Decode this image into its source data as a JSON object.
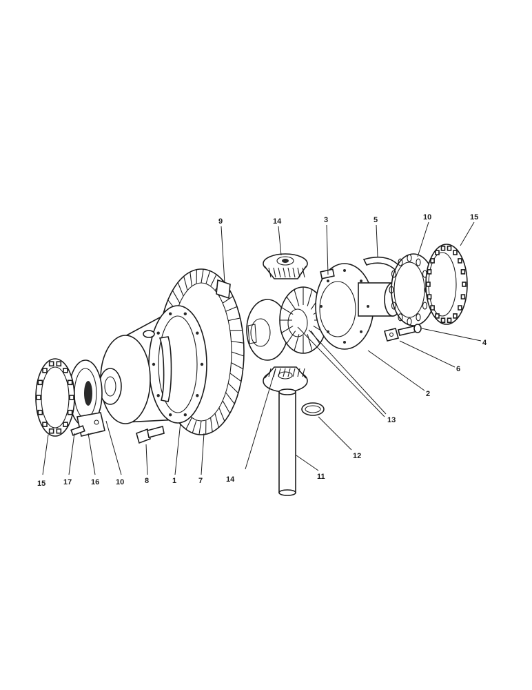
{
  "callouts": {
    "c9": "9",
    "c14_top": "14",
    "c3": "3",
    "c5": "5",
    "c10_right": "10",
    "c15_right": "15",
    "c4": "4",
    "c6": "6",
    "c2": "2",
    "c13": "13",
    "c12": "12",
    "c11": "11",
    "c14_bottom": "14",
    "c7": "7",
    "c1": "1",
    "c8": "8",
    "c10_left": "10",
    "c16": "16",
    "c17": "17",
    "c15_left": "15"
  },
  "colors": {
    "ink": "#1a1a1a",
    "paper": "#ffffff"
  }
}
